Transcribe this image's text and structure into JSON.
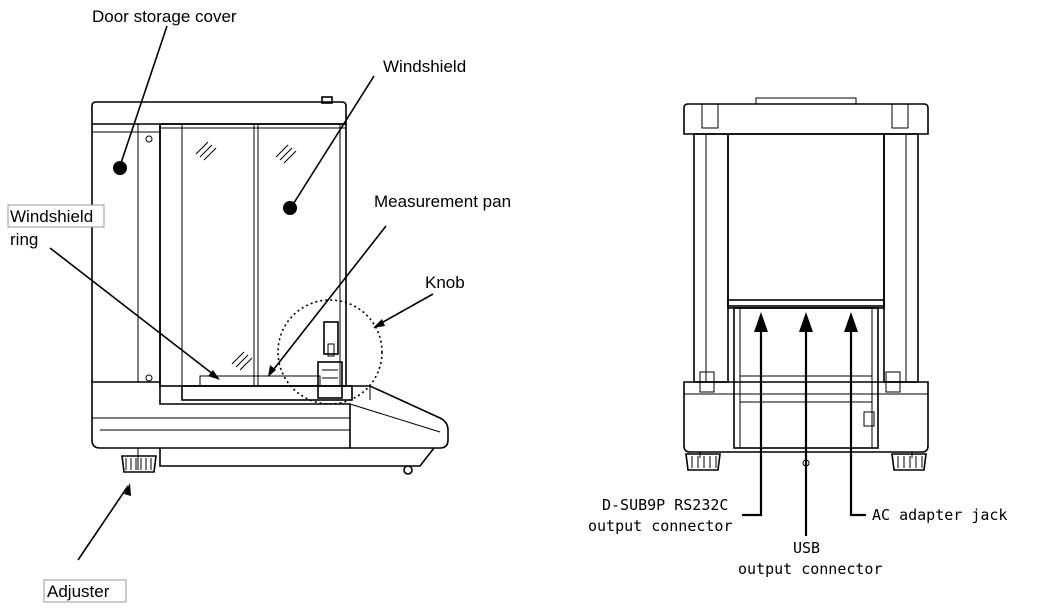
{
  "side_view": {
    "labels": {
      "door_storage_cover": "Door storage cover",
      "windshield": "Windshield",
      "windshield_ring_line1": "Windshield",
      "windshield_ring_line2": "ring",
      "measurement_pan": "Measurement pan",
      "knob": "Knob",
      "adjuster": "Adjuster"
    }
  },
  "rear_view": {
    "labels": {
      "dsub_line1": "D-SUB9P RS232C",
      "dsub_line2": "output connector",
      "usb_line1": "USB",
      "usb_line2": "output connector",
      "ac_adapter": "AC adapter jack"
    }
  }
}
